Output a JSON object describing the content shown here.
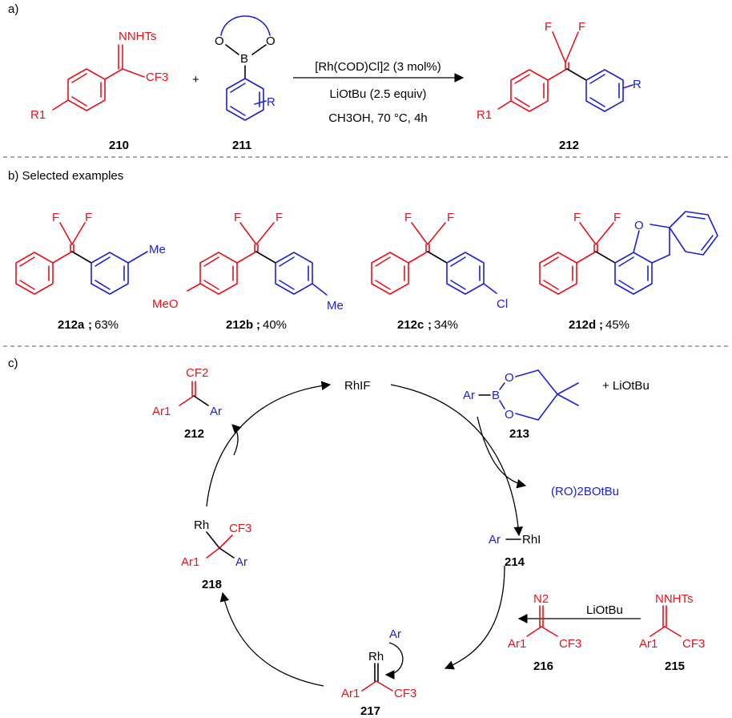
{
  "colors": {
    "substrate": "#e8121b",
    "boron_partner": "#1c21d4",
    "ink": "#000000"
  },
  "section_a": {
    "label": "a)",
    "plus": "+",
    "conditions": [
      "[Rh(COD)Cl]2 (3 mol%)",
      "LiOtBu (2.5 equiv)",
      "CH3OH, 70 °C, 4h"
    ],
    "compounds": {
      "c210": {
        "number": "210",
        "imine": "NNHTs",
        "cf3": "CF3",
        "r1": "R1"
      },
      "c211": {
        "number": "211",
        "o1": "O",
        "o2": "O",
        "b": "B",
        "r": "R"
      },
      "c212": {
        "number": "212",
        "f1": "F",
        "f2": "F",
        "r1": "R1",
        "r": "R"
      }
    }
  },
  "section_b": {
    "label": "b) Selected examples",
    "examples": [
      {
        "id": "212a",
        "yield": "63%",
        "f1": "F",
        "f2": "F",
        "subst": "Me"
      },
      {
        "id": "212b",
        "yield": "40%",
        "f1": "F",
        "f2": "F",
        "subst_left": "MeO",
        "subst": "Me"
      },
      {
        "id": "212c",
        "yield": "34%",
        "f1": "F",
        "f2": "F",
        "subst": "Cl"
      },
      {
        "id": "212d",
        "yield": "45%",
        "f1": "F",
        "f2": "F",
        "subst": "O"
      }
    ]
  },
  "section_c": {
    "label": "c)",
    "rhf": "RhIF",
    "reagent_213": {
      "ar": "Ar",
      "b": "B",
      "o1": "O",
      "o2": "O",
      "number": "213",
      "base": "+ LiOtBu"
    },
    "byproduct": "(RO)2BOtBu",
    "c214": {
      "ar": "Ar",
      "rh": "RhI",
      "number": "214"
    },
    "c215": {
      "imine": "NNHTs",
      "ar1": "Ar1",
      "cf3": "CF3",
      "number": "215"
    },
    "base_label": "LiOtBu",
    "c216": {
      "n2": "N2",
      "ar1": "Ar1",
      "cf3": "CF3",
      "number": "216"
    },
    "c217": {
      "ar": "Ar",
      "rh": "Rh",
      "ar1": "Ar1",
      "cf3": "CF3",
      "number": "217"
    },
    "c218": {
      "rh": "Rh",
      "cf3": "CF3",
      "ar1": "Ar1",
      "ar": "Ar",
      "number": "218"
    },
    "c212": {
      "cf2": "CF2",
      "ar1": "Ar1",
      "ar": "Ar",
      "number": "212"
    }
  }
}
